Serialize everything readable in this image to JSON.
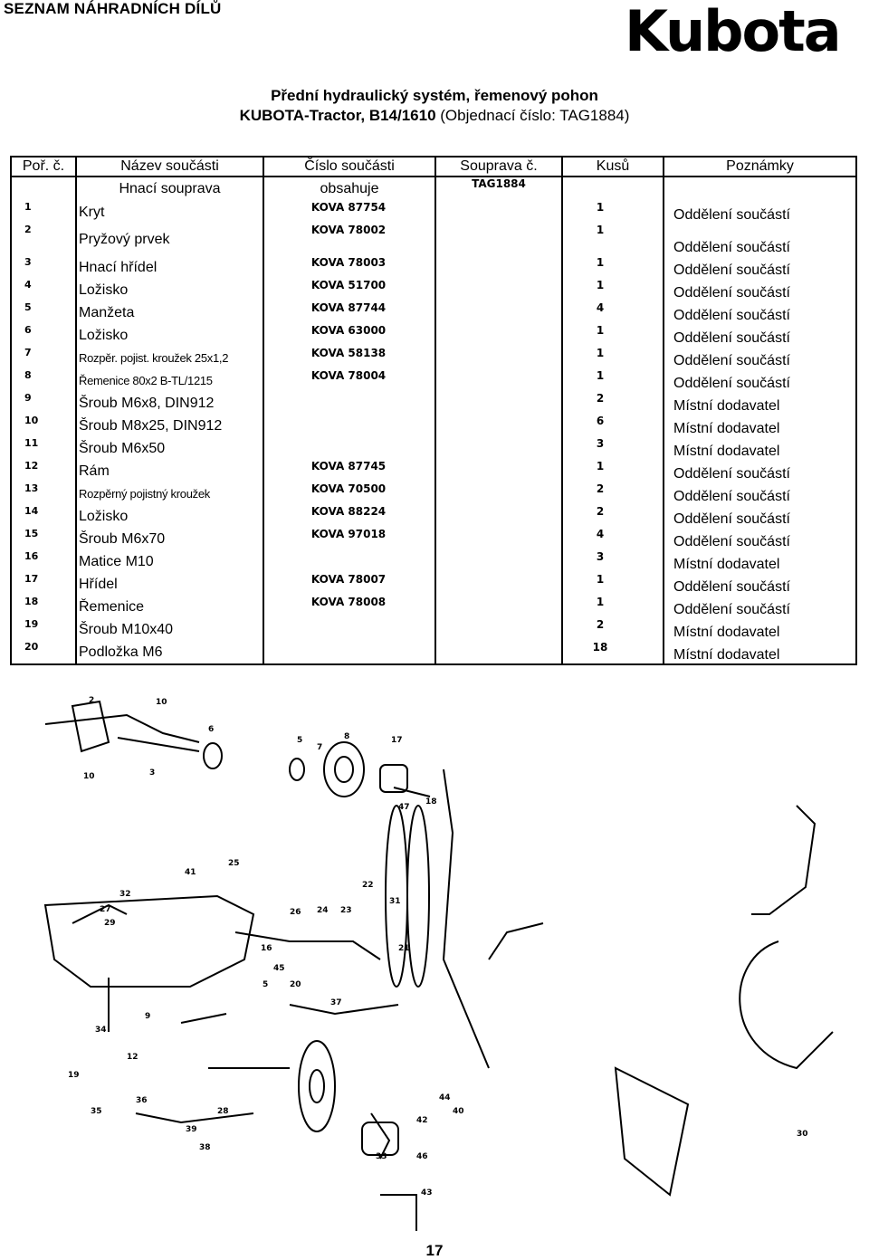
{
  "header": {
    "section": "SEZNAM NÁHRADNÍCH DÍLŮ",
    "brand": "Kubota"
  },
  "title": {
    "line1": "Přední hydraulický systém, řemenový pohon",
    "line2_bold": "KUBOTA-Tractor, B14/1610",
    "line2_rest": " (Objednací číslo: TAG1884)"
  },
  "table": {
    "headers": [
      "Poř. č.",
      "Název součásti",
      "Číslo součásti",
      "Souprava č.",
      "Kusů",
      "Poznámky"
    ],
    "subheader": {
      "name": "Hnací souprava",
      "code": "obsahuje",
      "set": "TAG1884"
    },
    "rows": [
      {
        "no": "1",
        "name": "Kryt",
        "code": "KOVA 87754",
        "qty": "1",
        "note": "Oddělení součástí"
      },
      {
        "no": "2",
        "name": "Pryžový prvek",
        "code": "KOVA 78002",
        "qty": "1",
        "note": "Oddělení součástí"
      },
      {
        "no": "3",
        "name": "Hnací hřídel",
        "code": "KOVA 78003",
        "qty": "1",
        "note": "Oddělení součástí"
      },
      {
        "no": "4",
        "name": "Ložisko",
        "code": "KOVA 51700",
        "qty": "1",
        "note": "Oddělení součástí"
      },
      {
        "no": "5",
        "name": "Manžeta",
        "code": "KOVA 87744",
        "qty": "4",
        "note": "Oddělení součástí"
      },
      {
        "no": "6",
        "name": "Ložisko",
        "code": "KOVA 63000",
        "qty": "1",
        "note": "Oddělení součástí"
      },
      {
        "no": "7",
        "name": "Rozpěr. pojist. kroužek 25x1,2",
        "code": "KOVA 58138",
        "qty": "1",
        "note": "Oddělení součástí"
      },
      {
        "no": "8",
        "name": "Řemenice 80x2 B-TL/1215",
        "code": "KOVA 78004",
        "qty": "1",
        "note": "Oddělení součástí"
      },
      {
        "no": "9",
        "name": "Šroub M6x8, DIN912",
        "code": "",
        "qty": "2",
        "note": "Místní dodavatel"
      },
      {
        "no": "10",
        "name": "Šroub M8x25, DIN912",
        "code": "",
        "qty": "6",
        "note": "Místní dodavatel"
      },
      {
        "no": "11",
        "name": "Šroub M6x50",
        "code": "",
        "qty": "3",
        "note": "Místní dodavatel"
      },
      {
        "no": "12",
        "name": "Rám",
        "code": "KOVA 87745",
        "qty": "1",
        "note": "Oddělení součástí"
      },
      {
        "no": "13",
        "name": "Rozpěrný pojistný kroužek",
        "code": "KOVA 70500",
        "qty": "2",
        "note": "Oddělení součástí"
      },
      {
        "no": "14",
        "name": "Ložisko",
        "code": "KOVA 88224",
        "qty": "2",
        "note": "Oddělení součástí"
      },
      {
        "no": "15",
        "name": "Šroub M6x70",
        "code": "KOVA 97018",
        "qty": "4",
        "note": "Oddělení součástí"
      },
      {
        "no": "16",
        "name": "Matice M10",
        "code": "",
        "qty": "3",
        "note": "Místní dodavatel"
      },
      {
        "no": "17",
        "name": "Hřídel",
        "code": "KOVA 78007",
        "qty": "1",
        "note": "Oddělení součástí"
      },
      {
        "no": "18",
        "name": "Řemenice",
        "code": "KOVA 78008",
        "qty": "1",
        "note": "Oddělení součástí"
      },
      {
        "no": "19",
        "name": "Šroub M10x40",
        "code": "",
        "qty": "2",
        "note": "Místní dodavatel"
      },
      {
        "no": "20",
        "name": "Podložka M6",
        "code": "",
        "qty": "18",
        "note": "Místní dodavatel"
      }
    ]
  },
  "diagram": {
    "callouts": [
      "2",
      "10",
      "6",
      "3",
      "10",
      "5",
      "7",
      "8",
      "17",
      "47",
      "18",
      "41",
      "25",
      "21",
      "31",
      "32",
      "27",
      "29",
      "26",
      "24",
      "23",
      "16",
      "45",
      "22",
      "37",
      "33",
      "46",
      "34",
      "19",
      "5",
      "20",
      "9",
      "35",
      "36",
      "39",
      "28",
      "38",
      "42",
      "44",
      "40",
      "43",
      "30",
      "12"
    ]
  },
  "page": {
    "number": "17"
  }
}
